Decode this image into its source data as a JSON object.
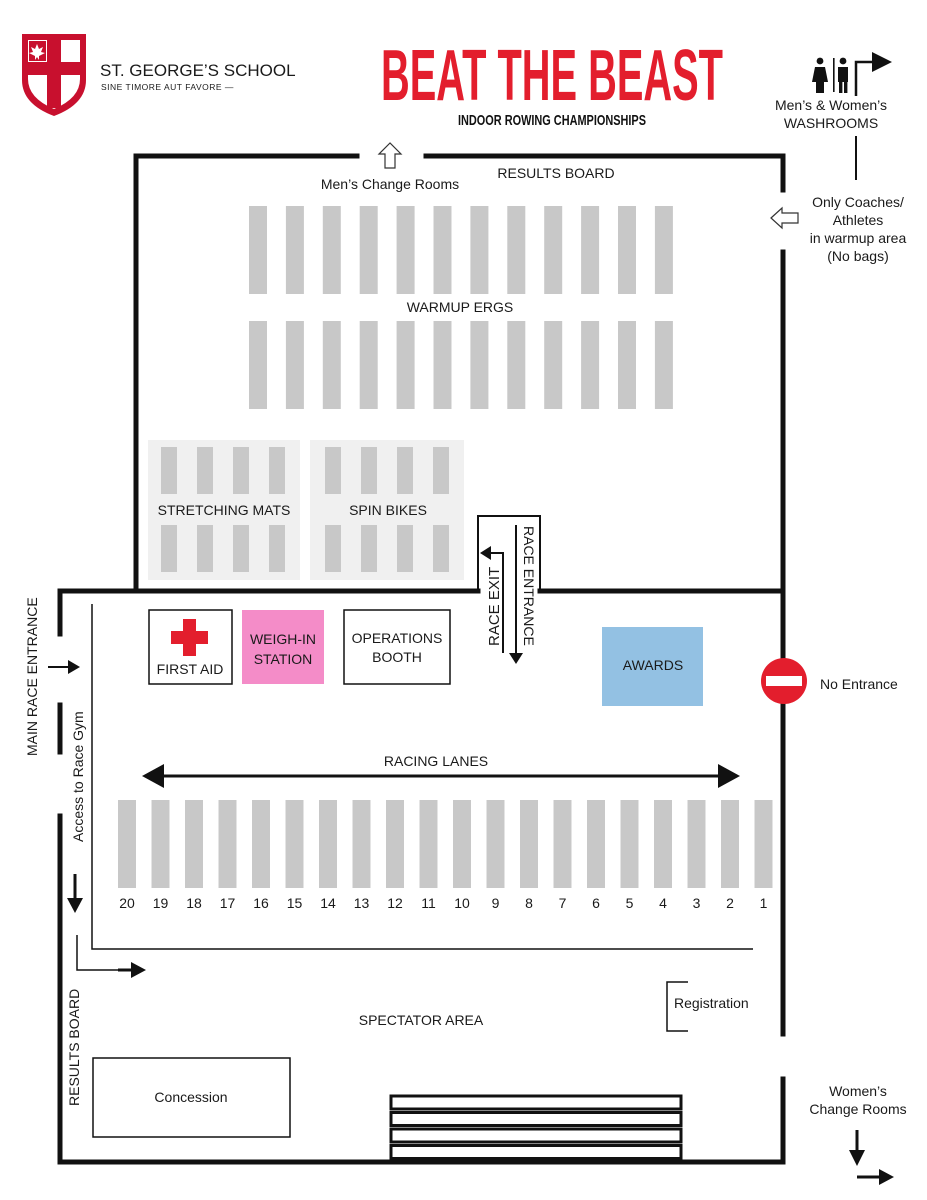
{
  "school": {
    "name": "ST. GEORGE’S SCHOOL",
    "motto": "SINE TIMORE AUT FAVORE —",
    "crest_icon": "shield-cross-icon"
  },
  "event": {
    "title": "BEAT THE BEAST",
    "subtitle": "INDOOR ROWING CHAMPIONSHIPS"
  },
  "washrooms": {
    "line1": "Men’s & Women’s",
    "line2": "WASHROOMS",
    "icon": "restroom-icon"
  },
  "warmup_notice": [
    "Only Coaches/",
    "Athletes",
    "in warmup area",
    "(No bags)"
  ],
  "upper_room": {
    "mens_change_rooms": "Men’s Change Rooms",
    "results_board": "RESULTS BOARD",
    "warmup_ergs": "WARMUP ERGS",
    "stretching_mats": "STRETCHING MATS",
    "spin_bikes": "SPIN BIKES",
    "race_exit": "RACE EXIT",
    "race_entrance": "RACE ENTRANCE"
  },
  "stations": {
    "first_aid": "FIRST AID",
    "weigh_in": [
      "WEIGH-IN",
      "STATION"
    ],
    "operations": [
      "OPERATIONS",
      "BOOTH"
    ],
    "awards": "AWARDS"
  },
  "no_entrance": "No Entrance",
  "main_race_entrance": "MAIN RACE ENTRANCE",
  "access_to_race_gym": "Access to Race Gym",
  "racing_lanes": {
    "label": "RACING LANES",
    "lane_numbers": [
      "20",
      "19",
      "18",
      "17",
      "16",
      "15",
      "14",
      "13",
      "12",
      "11",
      "10",
      "9",
      "8",
      "7",
      "6",
      "5",
      "4",
      "3",
      "2",
      "1"
    ]
  },
  "registration": "Registration",
  "spectator_area": "SPECTATOR AREA",
  "results_board_lower": "RESULTS BOARD",
  "concession": "Concession",
  "womens_change_rooms": [
    "Women’s",
    "Change Rooms"
  ],
  "colors": {
    "title_red": "#e31e2d",
    "erg_gray": "#c8c8c8",
    "zone_gray": "#f0f0f0",
    "weigh_in_pink": "#f48cc8",
    "awards_blue": "#93c1e3",
    "no_entry_red": "#e31e2d",
    "first_aid_red": "#e31e2d"
  }
}
